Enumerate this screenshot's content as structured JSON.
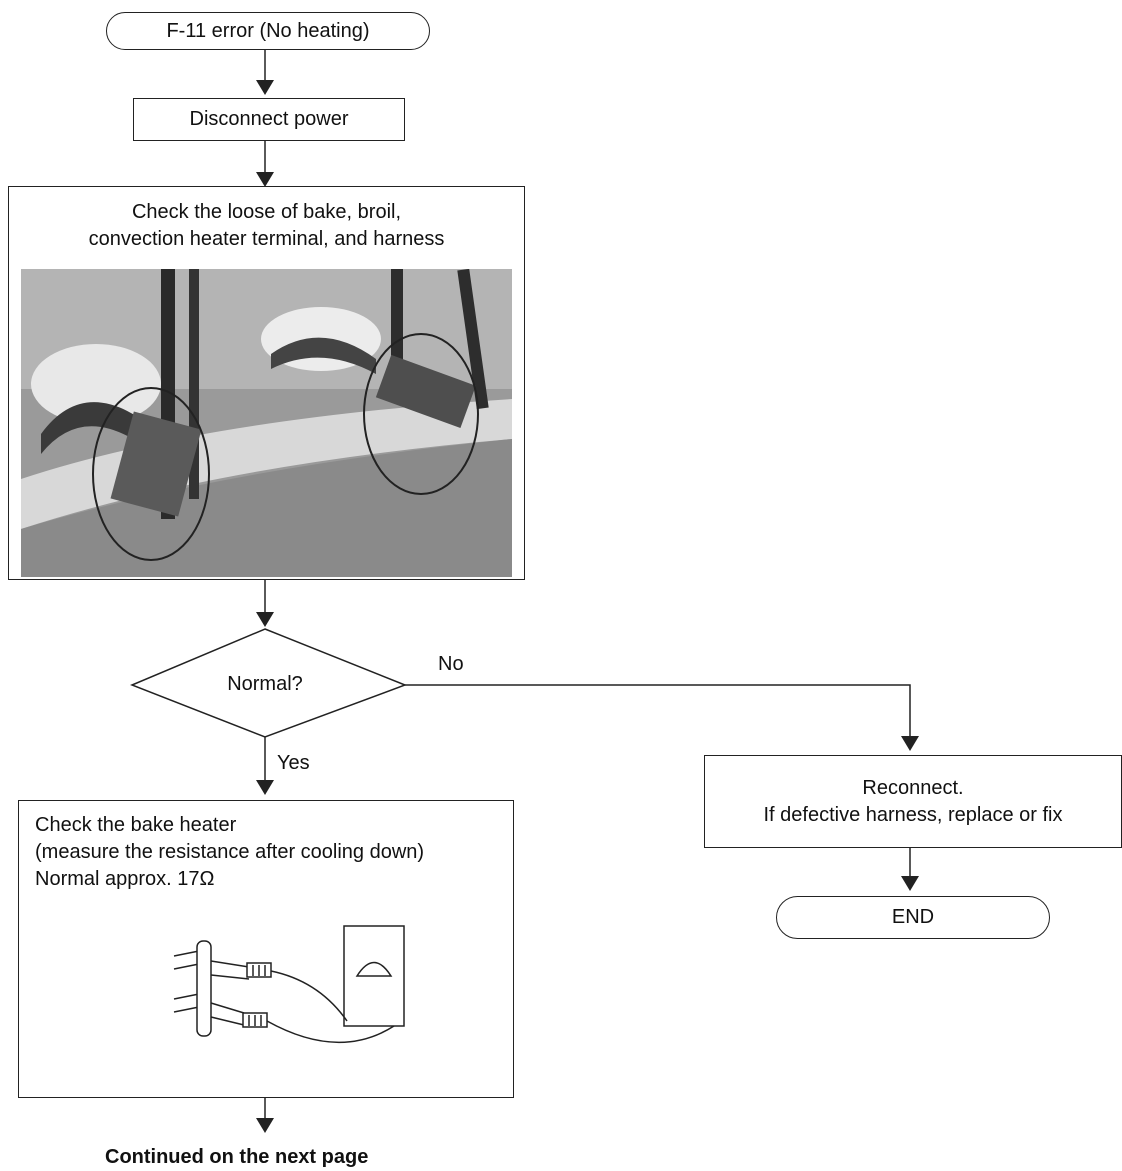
{
  "flowchart": {
    "start": "F-11 error (No heating)",
    "step_disconnect": "Disconnect power",
    "step_check_terminals": {
      "line1": "Check the loose of bake, broil,",
      "line2": "convection heater terminal, and harness"
    },
    "decision": "Normal?",
    "branch_no": "No",
    "branch_yes": "Yes",
    "step_reconnect": {
      "line1": "Reconnect.",
      "line2": "If defective harness, replace or fix"
    },
    "end": "END",
    "step_check_bake": {
      "line1": "Check the bake heater",
      "line2": "(measure the resistance after cooling down)",
      "line3": "Normal approx. 17Ω"
    },
    "continued": "Continued on the next page"
  }
}
